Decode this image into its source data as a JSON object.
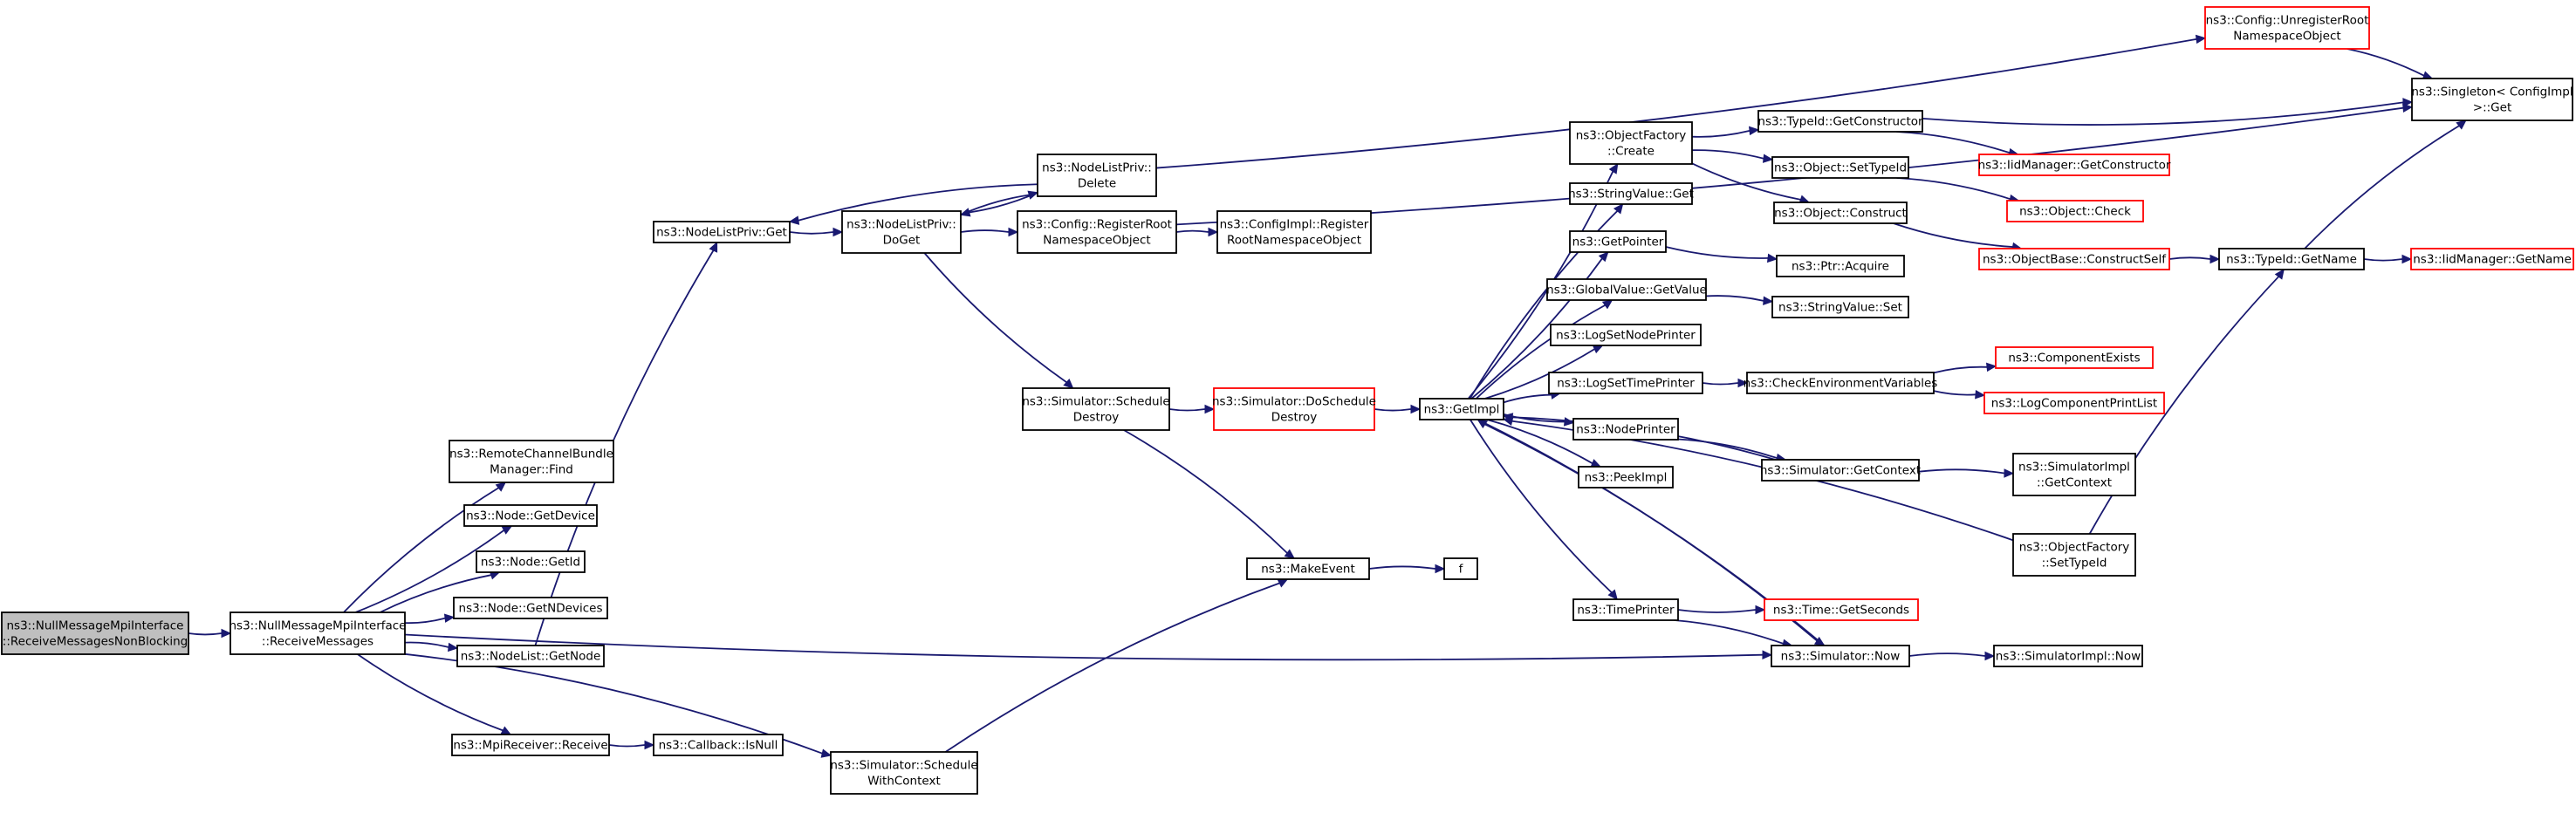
{
  "colors": {
    "edge": "#191970",
    "box_normal": "#000000",
    "box_truncated": "#ff0000",
    "root_fill": "#bfbfbf"
  },
  "nodes": [
    {
      "id": "root",
      "lines": [
        "ns3::NullMessageMpiInterface",
        "::ReceiveMessagesNonBlocking"
      ],
      "kind": "root"
    },
    {
      "id": "receiveMessages",
      "lines": [
        "ns3::NullMessageMpiInterface",
        "::ReceiveMessages"
      ],
      "kind": "normal"
    },
    {
      "id": "remoteFind",
      "lines": [
        "ns3::RemoteChannelBundle",
        "Manager::Find"
      ],
      "kind": "normal"
    },
    {
      "id": "getDevice",
      "lines": [
        "ns3::Node::GetDevice"
      ],
      "kind": "normal"
    },
    {
      "id": "getId",
      "lines": [
        "ns3::Node::GetId"
      ],
      "kind": "normal"
    },
    {
      "id": "getNDevices",
      "lines": [
        "ns3::Node::GetNDevices"
      ],
      "kind": "normal"
    },
    {
      "id": "getNode",
      "lines": [
        "ns3::NodeList::GetNode"
      ],
      "kind": "normal"
    },
    {
      "id": "mpiReceive",
      "lines": [
        "ns3::MpiReceiver::Receive"
      ],
      "kind": "normal"
    },
    {
      "id": "isNull",
      "lines": [
        "ns3::Callback::IsNull"
      ],
      "kind": "normal"
    },
    {
      "id": "scheduleWithContext",
      "lines": [
        "ns3::Simulator::Schedule",
        "WithContext"
      ],
      "kind": "normal"
    },
    {
      "id": "nlpGet",
      "lines": [
        "ns3::NodeListPriv::Get"
      ],
      "kind": "normal"
    },
    {
      "id": "nlpDoGet",
      "lines": [
        "ns3::NodeListPriv::",
        "DoGet"
      ],
      "kind": "normal"
    },
    {
      "id": "nlpDelete",
      "lines": [
        "ns3::NodeListPriv::",
        "Delete"
      ],
      "kind": "normal"
    },
    {
      "id": "cfgRegister",
      "lines": [
        "ns3::Config::RegisterRoot",
        "NamespaceObject"
      ],
      "kind": "normal"
    },
    {
      "id": "cfgImplRegister",
      "lines": [
        "ns3::ConfigImpl::Register",
        "RootNamespaceObject"
      ],
      "kind": "normal"
    },
    {
      "id": "cfgUnregister",
      "lines": [
        "ns3::Config::UnregisterRoot",
        "NamespaceObject"
      ],
      "kind": "truncated"
    },
    {
      "id": "singletonGet",
      "lines": [
        "ns3::Singleton< ConfigImpl",
        ">::Get"
      ],
      "kind": "normal"
    },
    {
      "id": "scheduleDestroy",
      "lines": [
        "ns3::Simulator::Schedule",
        "Destroy"
      ],
      "kind": "normal"
    },
    {
      "id": "doScheduleDestroy",
      "lines": [
        "ns3::Simulator::DoSchedule",
        "Destroy"
      ],
      "kind": "truncated"
    },
    {
      "id": "makeEvent",
      "lines": [
        "ns3::MakeEvent"
      ],
      "kind": "normal"
    },
    {
      "id": "f",
      "lines": [
        "f"
      ],
      "kind": "normal"
    },
    {
      "id": "getImpl",
      "lines": [
        "ns3::GetImpl"
      ],
      "kind": "normal"
    },
    {
      "id": "ofCreate",
      "lines": [
        "ns3::ObjectFactory",
        "::Create"
      ],
      "kind": "normal"
    },
    {
      "id": "stringValueGet",
      "lines": [
        "ns3::StringValue::Get"
      ],
      "kind": "normal"
    },
    {
      "id": "getPointer",
      "lines": [
        "ns3::GetPointer"
      ],
      "kind": "normal"
    },
    {
      "id": "globalValueGetValue",
      "lines": [
        "ns3::GlobalValue::GetValue"
      ],
      "kind": "normal"
    },
    {
      "id": "logSetNodePrinter",
      "lines": [
        "ns3::LogSetNodePrinter"
      ],
      "kind": "normal"
    },
    {
      "id": "logSetTimePrinter",
      "lines": [
        "ns3::LogSetTimePrinter"
      ],
      "kind": "normal"
    },
    {
      "id": "nodePrinter",
      "lines": [
        "ns3::NodePrinter"
      ],
      "kind": "normal"
    },
    {
      "id": "peekImpl",
      "lines": [
        "ns3::PeekImpl"
      ],
      "kind": "normal"
    },
    {
      "id": "timePrinter",
      "lines": [
        "ns3::TimePrinter"
      ],
      "kind": "normal"
    },
    {
      "id": "typeIdGetConstructor",
      "lines": [
        "ns3::TypeId::GetConstructor"
      ],
      "kind": "normal"
    },
    {
      "id": "objectSetTypeId",
      "lines": [
        "ns3::Object::SetTypeId"
      ],
      "kind": "normal"
    },
    {
      "id": "objectConstruct",
      "lines": [
        "ns3::Object::Construct"
      ],
      "kind": "normal"
    },
    {
      "id": "ptrAcquire",
      "lines": [
        "ns3::Ptr::Acquire"
      ],
      "kind": "normal"
    },
    {
      "id": "stringValueSet",
      "lines": [
        "ns3::StringValue::Set"
      ],
      "kind": "normal"
    },
    {
      "id": "checkEnv",
      "lines": [
        "ns3::CheckEnvironmentVariables"
      ],
      "kind": "normal"
    },
    {
      "id": "simGetContext",
      "lines": [
        "ns3::Simulator::GetContext"
      ],
      "kind": "normal"
    },
    {
      "id": "ofSetTypeId",
      "lines": [
        "ns3::ObjectFactory",
        "::SetTypeId"
      ],
      "kind": "normal"
    },
    {
      "id": "simNow",
      "lines": [
        "ns3::Simulator::Now"
      ],
      "kind": "normal"
    },
    {
      "id": "iidGetConstructor",
      "lines": [
        "ns3::IidManager::GetConstructor"
      ],
      "kind": "truncated"
    },
    {
      "id": "objectCheck",
      "lines": [
        "ns3::Object::Check"
      ],
      "kind": "truncated"
    },
    {
      "id": "constructSelf",
      "lines": [
        "ns3::ObjectBase::ConstructSelf"
      ],
      "kind": "truncated"
    },
    {
      "id": "componentExists",
      "lines": [
        "ns3::ComponentExists"
      ],
      "kind": "truncated"
    },
    {
      "id": "logComponentPrintList",
      "lines": [
        "ns3::LogComponentPrintList"
      ],
      "kind": "truncated"
    },
    {
      "id": "simImplGetContext",
      "lines": [
        "ns3::SimulatorImpl",
        "::GetContext"
      ],
      "kind": "normal"
    },
    {
      "id": "timeGetSeconds",
      "lines": [
        "ns3::Time::GetSeconds"
      ],
      "kind": "truncated"
    },
    {
      "id": "simImplNow",
      "lines": [
        "ns3::SimulatorImpl::Now"
      ],
      "kind": "normal"
    },
    {
      "id": "typeIdGetName",
      "lines": [
        "ns3::TypeId::GetName"
      ],
      "kind": "normal"
    },
    {
      "id": "iidGetName",
      "lines": [
        "ns3::IidManager::GetName"
      ],
      "kind": "truncated"
    }
  ],
  "edges": [
    [
      "root",
      "receiveMessages"
    ],
    [
      "receiveMessages",
      "remoteFind"
    ],
    [
      "receiveMessages",
      "getDevice"
    ],
    [
      "receiveMessages",
      "getId"
    ],
    [
      "receiveMessages",
      "getNDevices"
    ],
    [
      "receiveMessages",
      "getNode"
    ],
    [
      "receiveMessages",
      "mpiReceive"
    ],
    [
      "receiveMessages",
      "scheduleWithContext"
    ],
    [
      "receiveMessages",
      "simNow"
    ],
    [
      "getNode",
      "nlpGet"
    ],
    [
      "nlpGet",
      "nlpDoGet"
    ],
    [
      "nlpDoGet",
      "nlpDelete"
    ],
    [
      "nlpDelete",
      "nlpGet"
    ],
    [
      "nlpDelete",
      "nlpDoGet"
    ],
    [
      "nlpDelete",
      "cfgUnregister"
    ],
    [
      "nlpDoGet",
      "cfgRegister"
    ],
    [
      "nlpDoGet",
      "scheduleDestroy"
    ],
    [
      "cfgRegister",
      "cfgImplRegister"
    ],
    [
      "cfgRegister",
      "singletonGet"
    ],
    [
      "cfgUnregister",
      "singletonGet"
    ],
    [
      "mpiReceive",
      "isNull"
    ],
    [
      "scheduleWithContext",
      "makeEvent"
    ],
    [
      "scheduleDestroy",
      "doScheduleDestroy"
    ],
    [
      "scheduleDestroy",
      "makeEvent"
    ],
    [
      "doScheduleDestroy",
      "getImpl"
    ],
    [
      "makeEvent",
      "f"
    ],
    [
      "getImpl",
      "ofCreate"
    ],
    [
      "getImpl",
      "stringValueGet"
    ],
    [
      "getImpl",
      "getPointer"
    ],
    [
      "getImpl",
      "globalValueGetValue"
    ],
    [
      "getImpl",
      "logSetNodePrinter"
    ],
    [
      "getImpl",
      "logSetTimePrinter"
    ],
    [
      "getImpl",
      "nodePrinter"
    ],
    [
      "getImpl",
      "peekImpl"
    ],
    [
      "getImpl",
      "timePrinter"
    ],
    [
      "getImpl",
      "simNow"
    ],
    [
      "ofCreate",
      "typeIdGetConstructor"
    ],
    [
      "ofCreate",
      "objectSetTypeId"
    ],
    [
      "ofCreate",
      "objectConstruct"
    ],
    [
      "typeIdGetConstructor",
      "iidGetConstructor"
    ],
    [
      "typeIdGetConstructor",
      "singletonGet"
    ],
    [
      "objectSetTypeId",
      "objectCheck"
    ],
    [
      "objectConstruct",
      "constructSelf"
    ],
    [
      "constructSelf",
      "typeIdGetName"
    ],
    [
      "typeIdGetName",
      "iidGetName"
    ],
    [
      "typeIdGetName",
      "singletonGet"
    ],
    [
      "getPointer",
      "ptrAcquire"
    ],
    [
      "globalValueGetValue",
      "stringValueSet"
    ],
    [
      "logSetTimePrinter",
      "checkEnv"
    ],
    [
      "checkEnv",
      "componentExists"
    ],
    [
      "checkEnv",
      "logComponentPrintList"
    ],
    [
      "nodePrinter",
      "simGetContext"
    ],
    [
      "simGetContext",
      "getImpl"
    ],
    [
      "simGetContext",
      "simImplGetContext"
    ],
    [
      "ofSetTypeId",
      "getImpl"
    ],
    [
      "ofSetTypeId",
      "typeIdGetName"
    ],
    [
      "timePrinter",
      "timeGetSeconds"
    ],
    [
      "timePrinter",
      "simNow"
    ],
    [
      "simNow",
      "getImpl"
    ],
    [
      "simNow",
      "simImplNow"
    ]
  ]
}
